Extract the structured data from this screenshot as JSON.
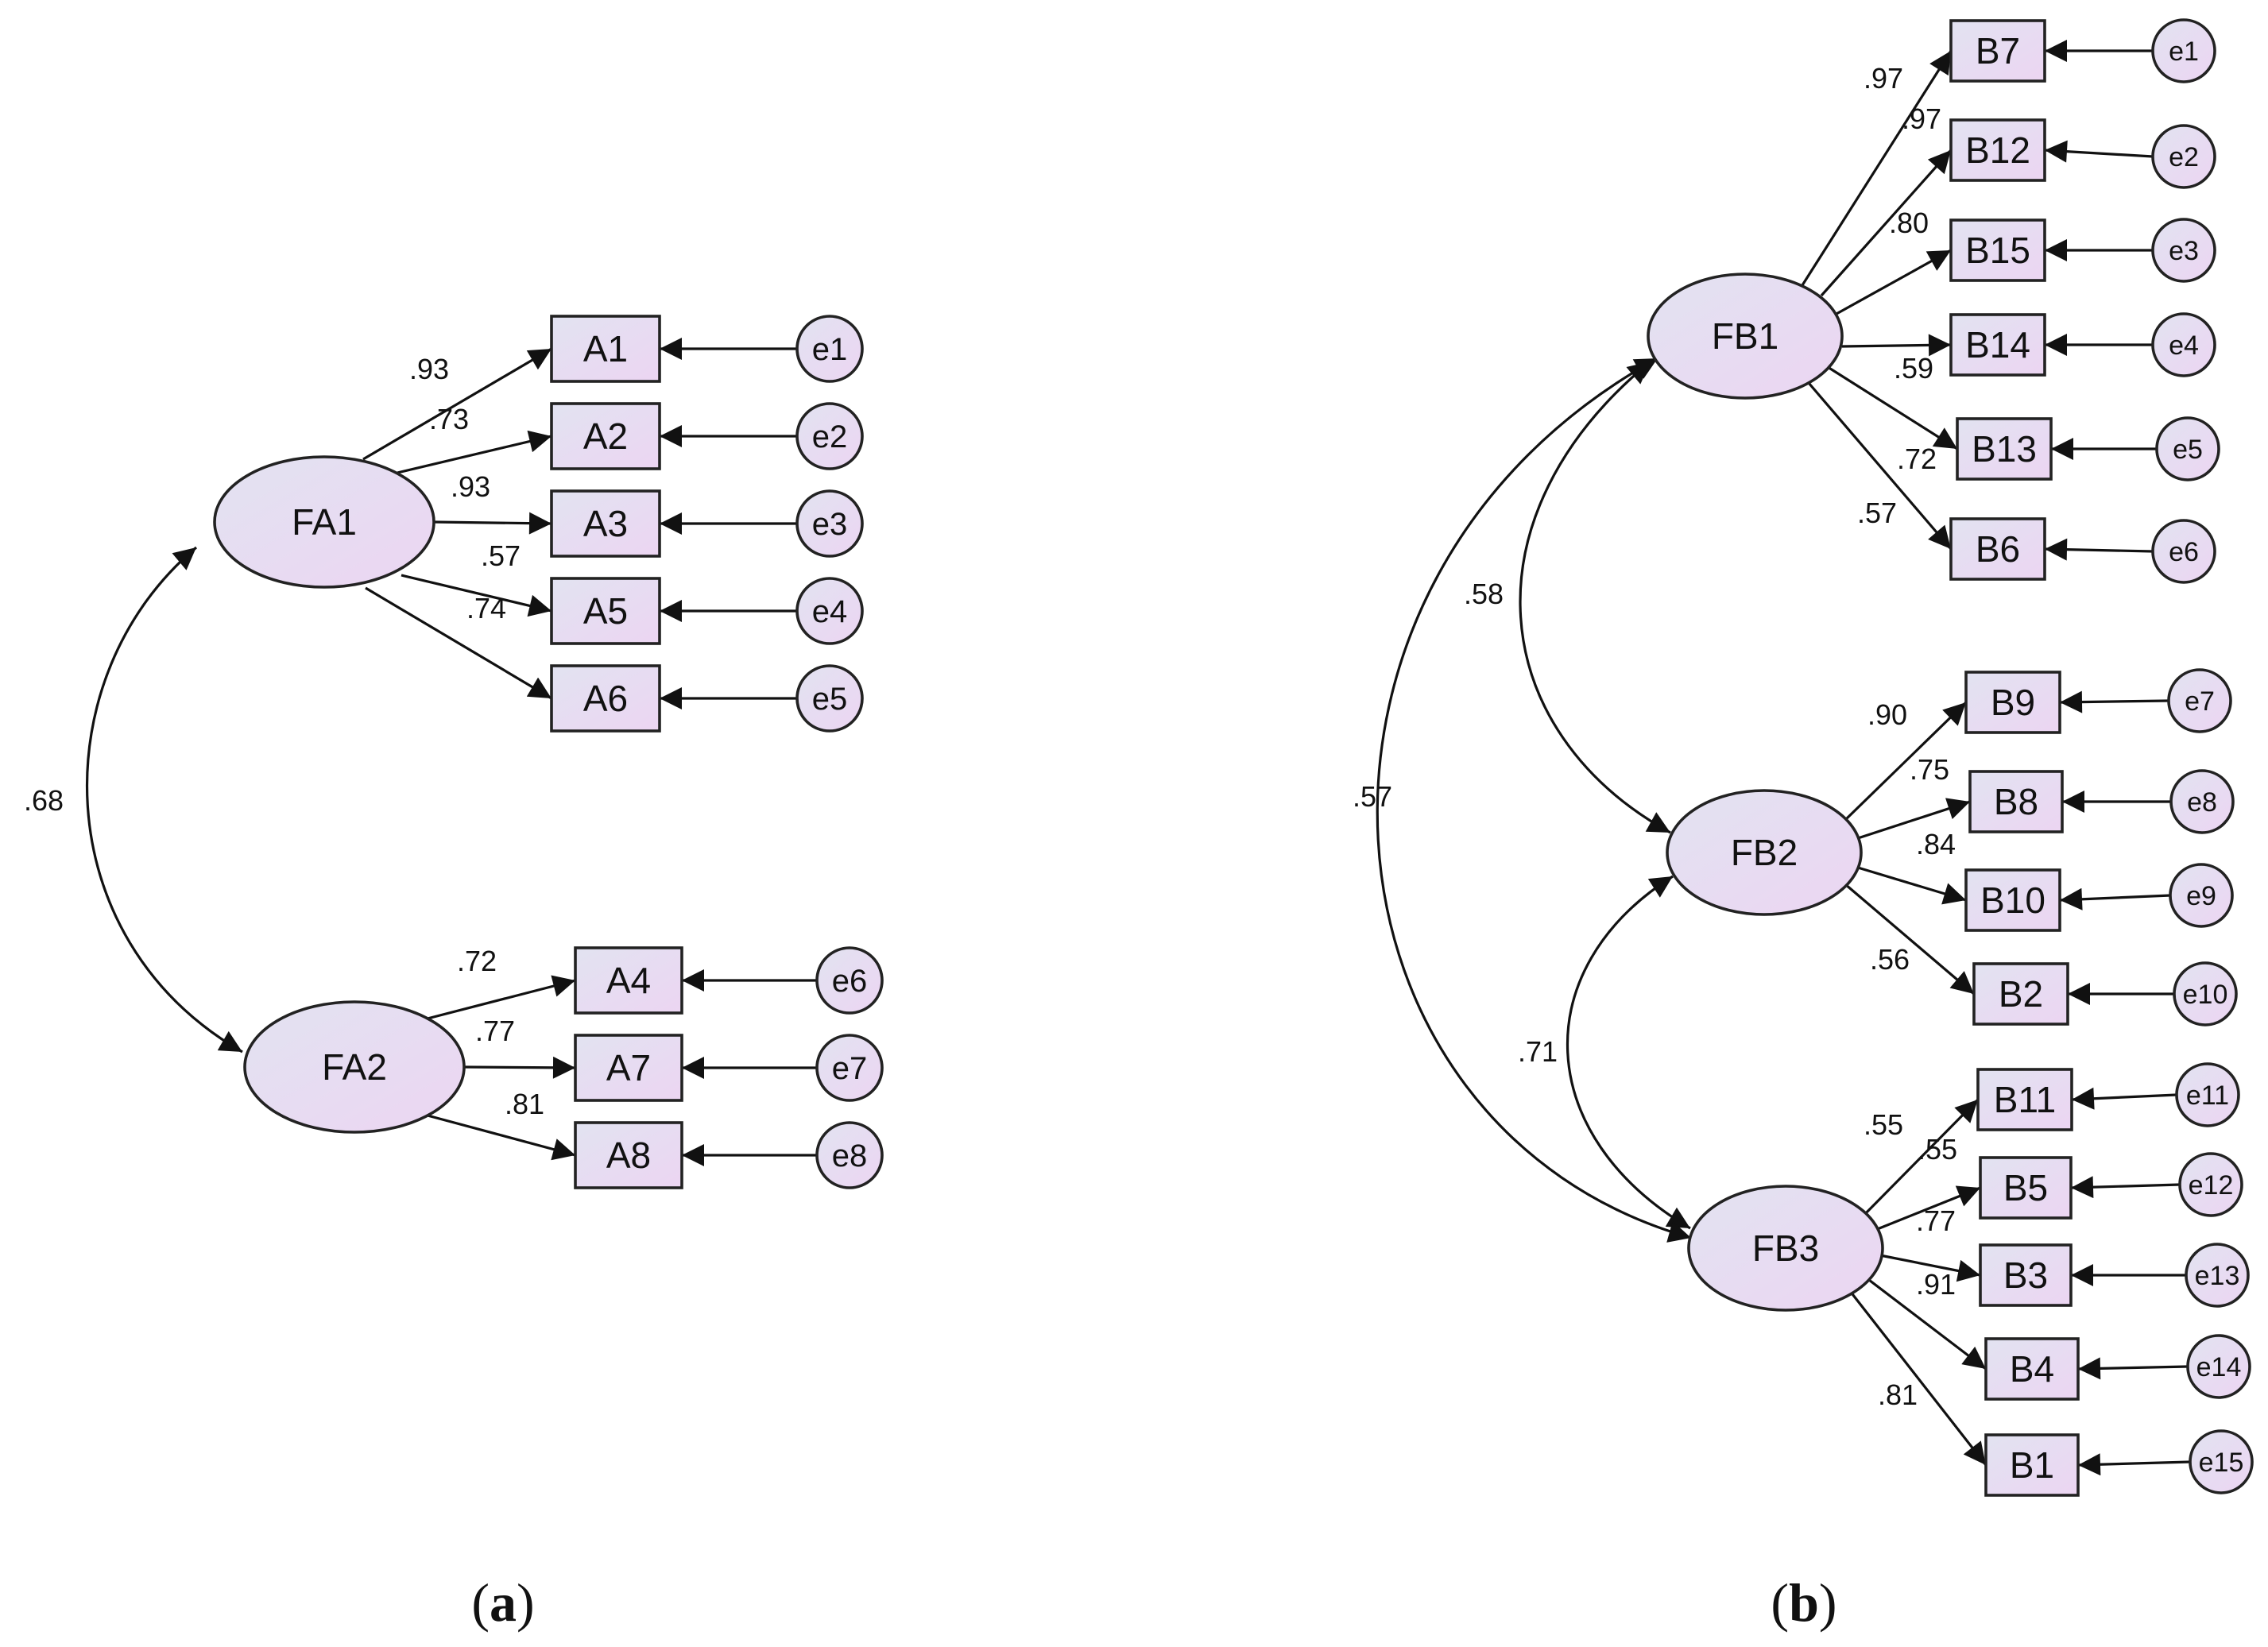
{
  "diagram_a": {
    "panel_label": {
      "open": "(",
      "letter": "a",
      "close": ")"
    },
    "factors": [
      {
        "id": "FA1",
        "label": "FA1"
      },
      {
        "id": "FA2",
        "label": "FA2"
      }
    ],
    "indicators": [
      {
        "id": "A1",
        "label": "A1",
        "factor": "FA1",
        "loading": ".93",
        "error": "e1"
      },
      {
        "id": "A2",
        "label": "A2",
        "factor": "FA1",
        "loading": ".73",
        "error": "e2"
      },
      {
        "id": "A3",
        "label": "A3",
        "factor": "FA1",
        "loading": ".93",
        "error": "e3"
      },
      {
        "id": "A5",
        "label": "A5",
        "factor": "FA1",
        "loading": ".57",
        "error": "e4"
      },
      {
        "id": "A6",
        "label": "A6",
        "factor": "FA1",
        "loading": ".74",
        "error": "e5"
      },
      {
        "id": "A4",
        "label": "A4",
        "factor": "FA2",
        "loading": ".72",
        "error": "e6"
      },
      {
        "id": "A7",
        "label": "A7",
        "factor": "FA2",
        "loading": ".77",
        "error": "e7"
      },
      {
        "id": "A8",
        "label": "A8",
        "factor": "FA2",
        "loading": ".81",
        "error": "e8"
      }
    ],
    "correlations": [
      {
        "from": "FA1",
        "to": "FA2",
        "value": ".68"
      }
    ]
  },
  "diagram_b": {
    "panel_label": {
      "open": "(",
      "letter": "b",
      "close": ")"
    },
    "factors": [
      {
        "id": "FB1",
        "label": "FB1"
      },
      {
        "id": "FB2",
        "label": "FB2"
      },
      {
        "id": "FB3",
        "label": "FB3"
      }
    ],
    "indicators": [
      {
        "id": "B7",
        "label": "B7",
        "factor": "FB1",
        "loading": ".97",
        "error": "e1"
      },
      {
        "id": "B12",
        "label": "B12",
        "factor": "FB1",
        "loading": ".97",
        "error": "e2"
      },
      {
        "id": "B15",
        "label": "B15",
        "factor": "FB1",
        "loading": ".80",
        "error": "e3"
      },
      {
        "id": "B14",
        "label": "B14",
        "factor": "FB1",
        "loading": ".59",
        "error": "e4"
      },
      {
        "id": "B13",
        "label": "B13",
        "factor": "FB1",
        "loading": ".72",
        "error": "e5"
      },
      {
        "id": "B6",
        "label": "B6",
        "factor": "FB1",
        "loading": ".57",
        "error": "e6"
      },
      {
        "id": "B9",
        "label": "B9",
        "factor": "FB2",
        "loading": ".90",
        "error": "e7"
      },
      {
        "id": "B8",
        "label": "B8",
        "factor": "FB2",
        "loading": ".75",
        "error": "e8"
      },
      {
        "id": "B10",
        "label": "B10",
        "factor": "FB2",
        "loading": ".84",
        "error": "e9"
      },
      {
        "id": "B2",
        "label": "B2",
        "factor": "FB2",
        "loading": ".56",
        "error": "e10"
      },
      {
        "id": "B11",
        "label": "B11",
        "factor": "FB3",
        "loading": ".55",
        "error": "e11"
      },
      {
        "id": "B5",
        "label": "B5",
        "factor": "FB3",
        "loading": ".55",
        "error": "e12"
      },
      {
        "id": "B3",
        "label": "B3",
        "factor": "FB3",
        "loading": ".77",
        "error": "e13"
      },
      {
        "id": "B4",
        "label": "B4",
        "factor": "FB3",
        "loading": ".91",
        "error": "e14"
      },
      {
        "id": "B1",
        "label": "B1",
        "factor": "FB3",
        "loading": ".81",
        "error": "e15"
      }
    ],
    "correlations": [
      {
        "from": "FB1",
        "to": "FB2",
        "value": ".58"
      },
      {
        "from": "FB2",
        "to": "FB3",
        "value": ".71"
      },
      {
        "from": "FB1",
        "to": "FB3",
        "value": ".57"
      }
    ]
  },
  "colors": {
    "node_fill_start": "#e2e3f1",
    "node_fill_end": "#ecd5f2",
    "stroke": "#222222",
    "text": "#111111",
    "background": "#ffffff"
  }
}
